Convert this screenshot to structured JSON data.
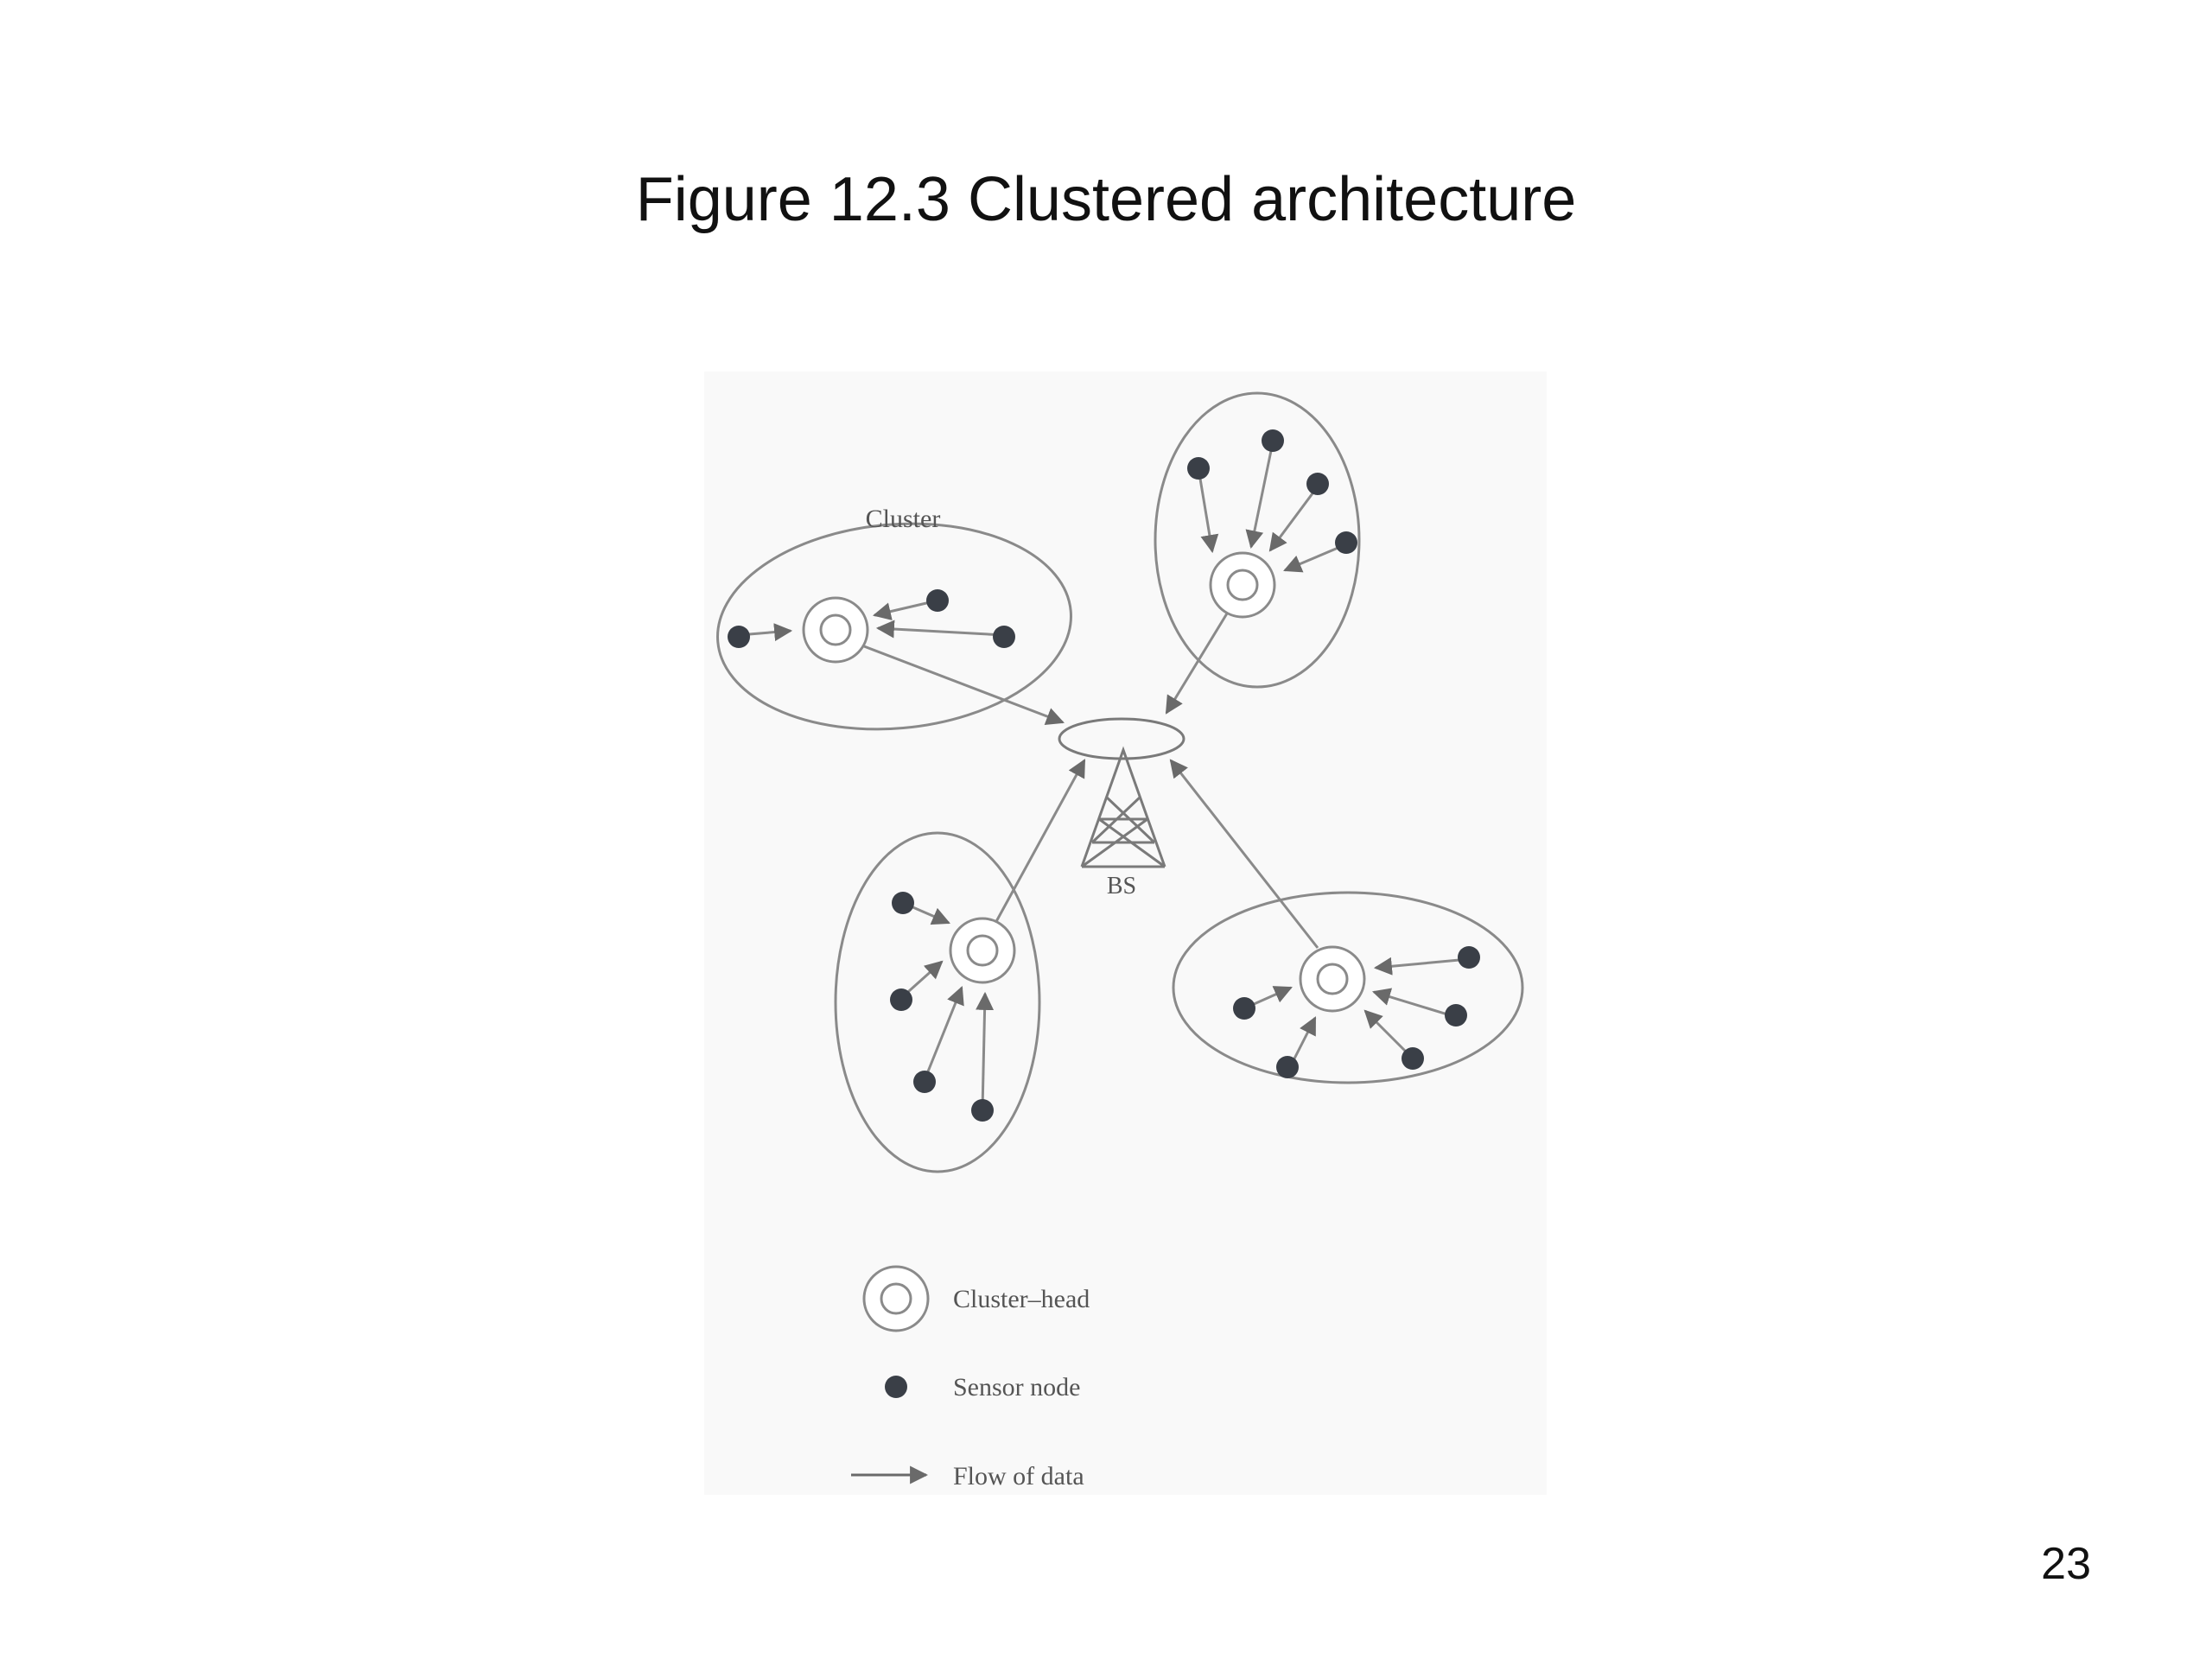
{
  "slide": {
    "title": "Figure 12.3 Clustered architecture",
    "page_number": "23"
  },
  "diagram": {
    "cluster_label": "Cluster",
    "base_station_label": "BS",
    "legend": {
      "cluster_head": "Cluster–head",
      "sensor_node": "Sensor node",
      "flow": "Flow of data"
    },
    "colors": {
      "line": "#8a8a8a",
      "node": "#3a3f47",
      "text": "#555555"
    }
  }
}
